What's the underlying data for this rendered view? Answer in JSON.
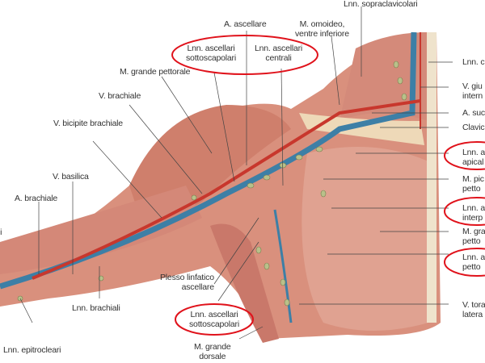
{
  "labels": {
    "supraclavicular": "Lnn. sopraclavicolari",
    "axillary_artery": "A. ascellare",
    "omohyoid": [
      "M. omoideo,",
      "ventre inferiore"
    ],
    "subscapular_top": [
      "Lnn. ascellari",
      "sottoscapolari"
    ],
    "central": [
      "Lnn. ascellari",
      "centrali"
    ],
    "pectoralis_major_top": "M. grande pettorale",
    "brachial_vein": "V. brachiale",
    "cephalic_vein": "V. bicipite brachiale",
    "basilic_vein": "V. basilica",
    "brachial_artery": "A. brachiale",
    "left_cut": "li",
    "plexus": [
      "Plesso linfatico",
      "ascellare"
    ],
    "subscapular_bottom": [
      "Lnn. ascellari",
      "sottoscapolari"
    ],
    "brachial_nodes": "Lnn. brachiali",
    "epitrochlear": "Lnn. epitrocleari",
    "latissimus": [
      "M. grande",
      "dorsale"
    ],
    "right": [
      [
        "Lnn. c"
      ],
      [
        "V. giu",
        "intern"
      ],
      [
        "A. suc"
      ],
      [
        "Clavic"
      ],
      [
        "Lnn. a",
        "apical"
      ],
      [
        "M. pic",
        "petto"
      ],
      [
        "Lnn. a",
        "interp"
      ],
      [
        "M. gra",
        "petto"
      ],
      [
        "Lnn. a",
        "petto"
      ],
      [
        "V. tora",
        "latera"
      ]
    ]
  },
  "colors": {
    "highlight": "#e0121b",
    "muscle": "#d98a78",
    "vein": "#3d7fa6",
    "artery": "#c8372d",
    "node": "#b9c08a"
  }
}
